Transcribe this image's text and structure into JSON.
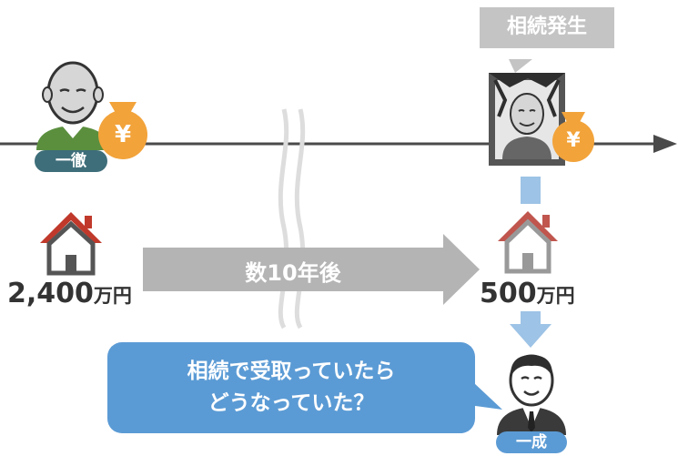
{
  "callout": {
    "text": "相続発生"
  },
  "grandpa": {
    "badge": "一徹",
    "badge_color": "#3e6e7a",
    "shirt_color": "#5b8f3e"
  },
  "moneybag": {
    "symbol": "¥",
    "color": "#f2a33a"
  },
  "house_before": {
    "value": "2,400",
    "unit": "万円",
    "roof_color": "#c0392b"
  },
  "house_after": {
    "value": "500",
    "unit": "万円",
    "roof_color": "#c0564e"
  },
  "arrow": {
    "text": "数10年後"
  },
  "father": {
    "badge": "一成",
    "badge_color": "#5b9bd5"
  },
  "speech": {
    "line1": "相続で受取っていたら",
    "line2": "どうなっていた？"
  },
  "colors": {
    "timeline": "#4a4a4a",
    "gray_arrow": "#b4b4b4",
    "blue_arrow": "#9dc3e6",
    "frame": "#555555"
  },
  "icons": [
    "elderly-man-icon",
    "money-bag-icon",
    "house-icon",
    "memorial-portrait-icon",
    "businessman-icon"
  ]
}
